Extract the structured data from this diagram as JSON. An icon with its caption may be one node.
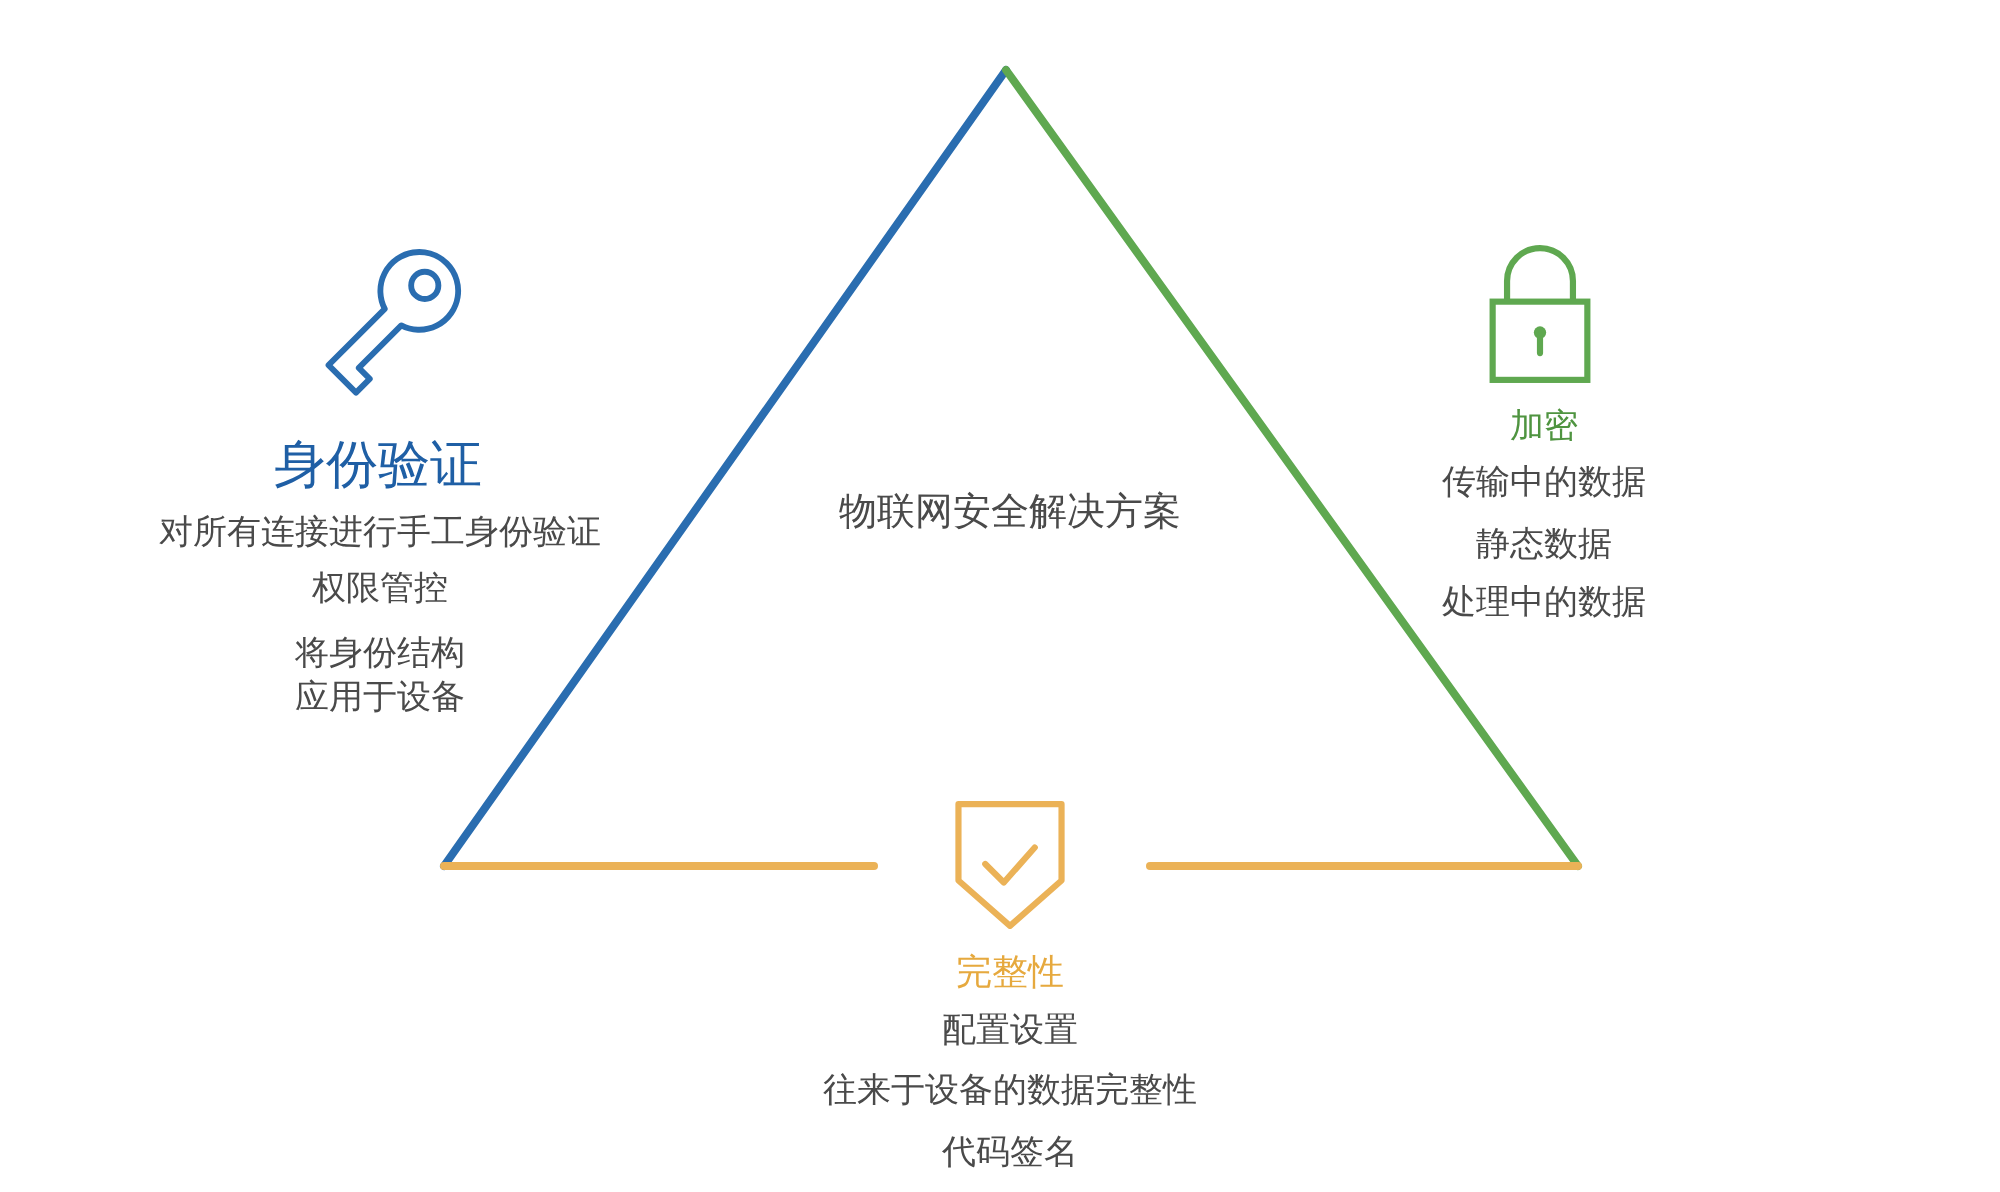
{
  "diagram": {
    "nodes": [
      {
        "text": [
          "物联网安全解决方案"
        ]
      }
    ],
    "labels": [
      "身份验证",
      "对所有连接进行手工身份验证",
      "权限管控",
      "将身份结构应用于设备",
      "加密",
      "传输中的数据",
      "静态数据",
      "处理中的数据",
      "完整性",
      "配置设置",
      "往来于设备的数据完整性",
      "代码签名"
    ]
  }
}
